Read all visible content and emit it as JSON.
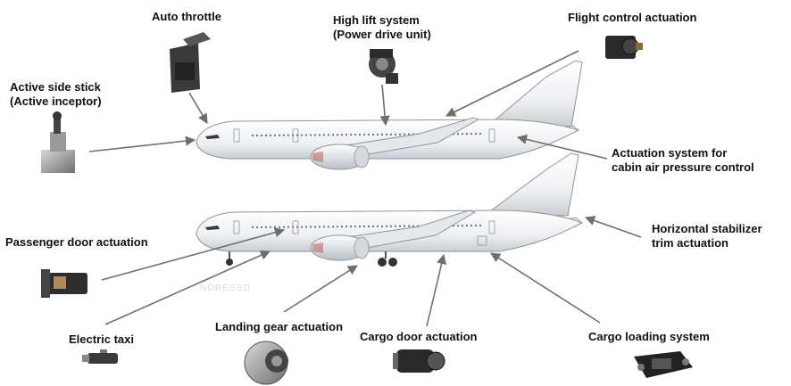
{
  "labels": {
    "auto_throttle": "Auto throttle",
    "high_lift_line1": "High lift system",
    "high_lift_line2": "(Power drive unit)",
    "flight_control": "Flight control actuation",
    "side_stick_line1": "Active side stick",
    "side_stick_line2": "(Active inceptor)",
    "cabin_pressure_line1": "Actuation system for",
    "cabin_pressure_line2": "cabin air pressure control",
    "passenger_door": "Passenger door actuation",
    "horizontal_stab_line1": "Horizontal stabilizer",
    "horizontal_stab_line2": "trim actuation",
    "electric_taxi": "Electric taxi",
    "landing_gear": "Landing gear actuation",
    "cargo_door": "Cargo door actuation",
    "cargo_loading": "Cargo loading system"
  },
  "watermark": "NORESSO",
  "colors": {
    "fuselage": "#f2f3f5",
    "outline": "#8e949c",
    "arrow": "#6e6e6e",
    "component_dark": "#2b2b2b",
    "text": "#111111"
  }
}
